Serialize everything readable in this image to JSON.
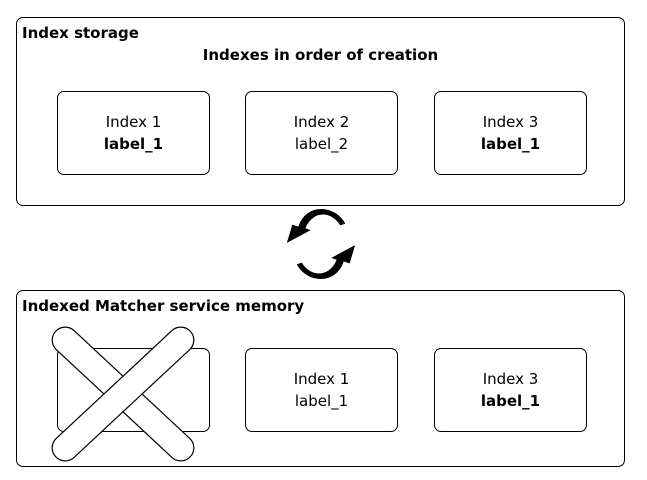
{
  "storage": {
    "title": "Index storage",
    "subtitle": "Indexes in order of creation",
    "cards": [
      {
        "name": "Index 1",
        "label": "label_1",
        "label_bold": true
      },
      {
        "name": "Index 2",
        "label": "label_2",
        "label_bold": false
      },
      {
        "name": "Index 3",
        "label": "label_1",
        "label_bold": true
      }
    ]
  },
  "memory": {
    "title": "Indexed Matcher service memory",
    "cards": [
      {
        "name": "",
        "label": "",
        "removed": true
      },
      {
        "name": "Index 1",
        "label": "label_1",
        "label_bold": false
      },
      {
        "name": "Index 3",
        "label": "label_1",
        "label_bold": true
      }
    ]
  },
  "icons": {
    "sync": "sync-arrows-icon",
    "removed": "cross-icon"
  },
  "colors": {
    "stroke": "#000000",
    "background": "#ffffff"
  }
}
